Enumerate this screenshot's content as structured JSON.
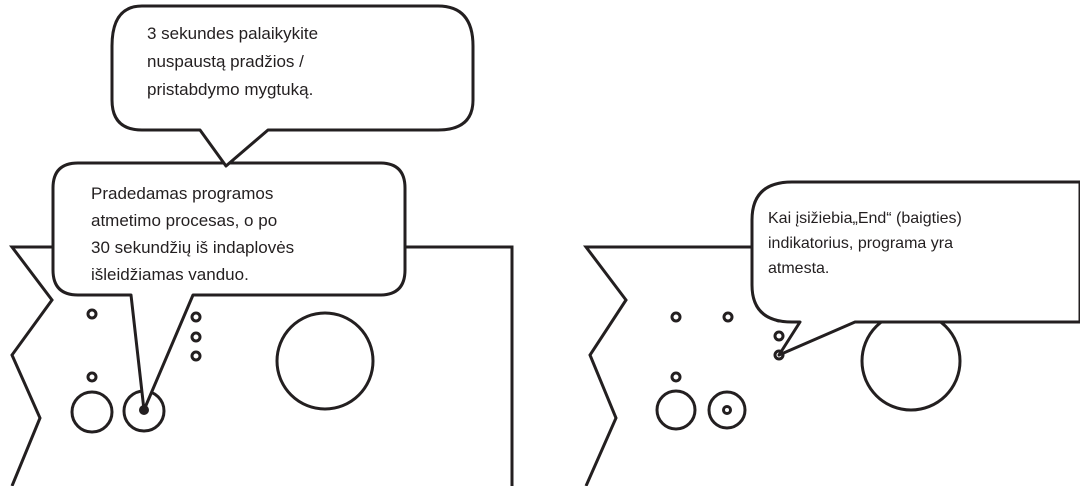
{
  "callouts": {
    "press_instruction": [
      "3 sekundes palaikykite",
      "nuspaustą pradžios /",
      "pristabdymo mygtuką."
    ],
    "cancel_process": [
      "Pradedamas programos",
      "atmetimo procesas, o po",
      "30 sekundžių iš indaplovės",
      "išleidžiamas vanduo."
    ],
    "end_indicator": [
      "Kai įsižiebia„End“ (baigties)",
      "indikatorius, programa yra",
      "atmesta."
    ]
  },
  "colors": {
    "line": "#231f20",
    "background": "#ffffff"
  }
}
